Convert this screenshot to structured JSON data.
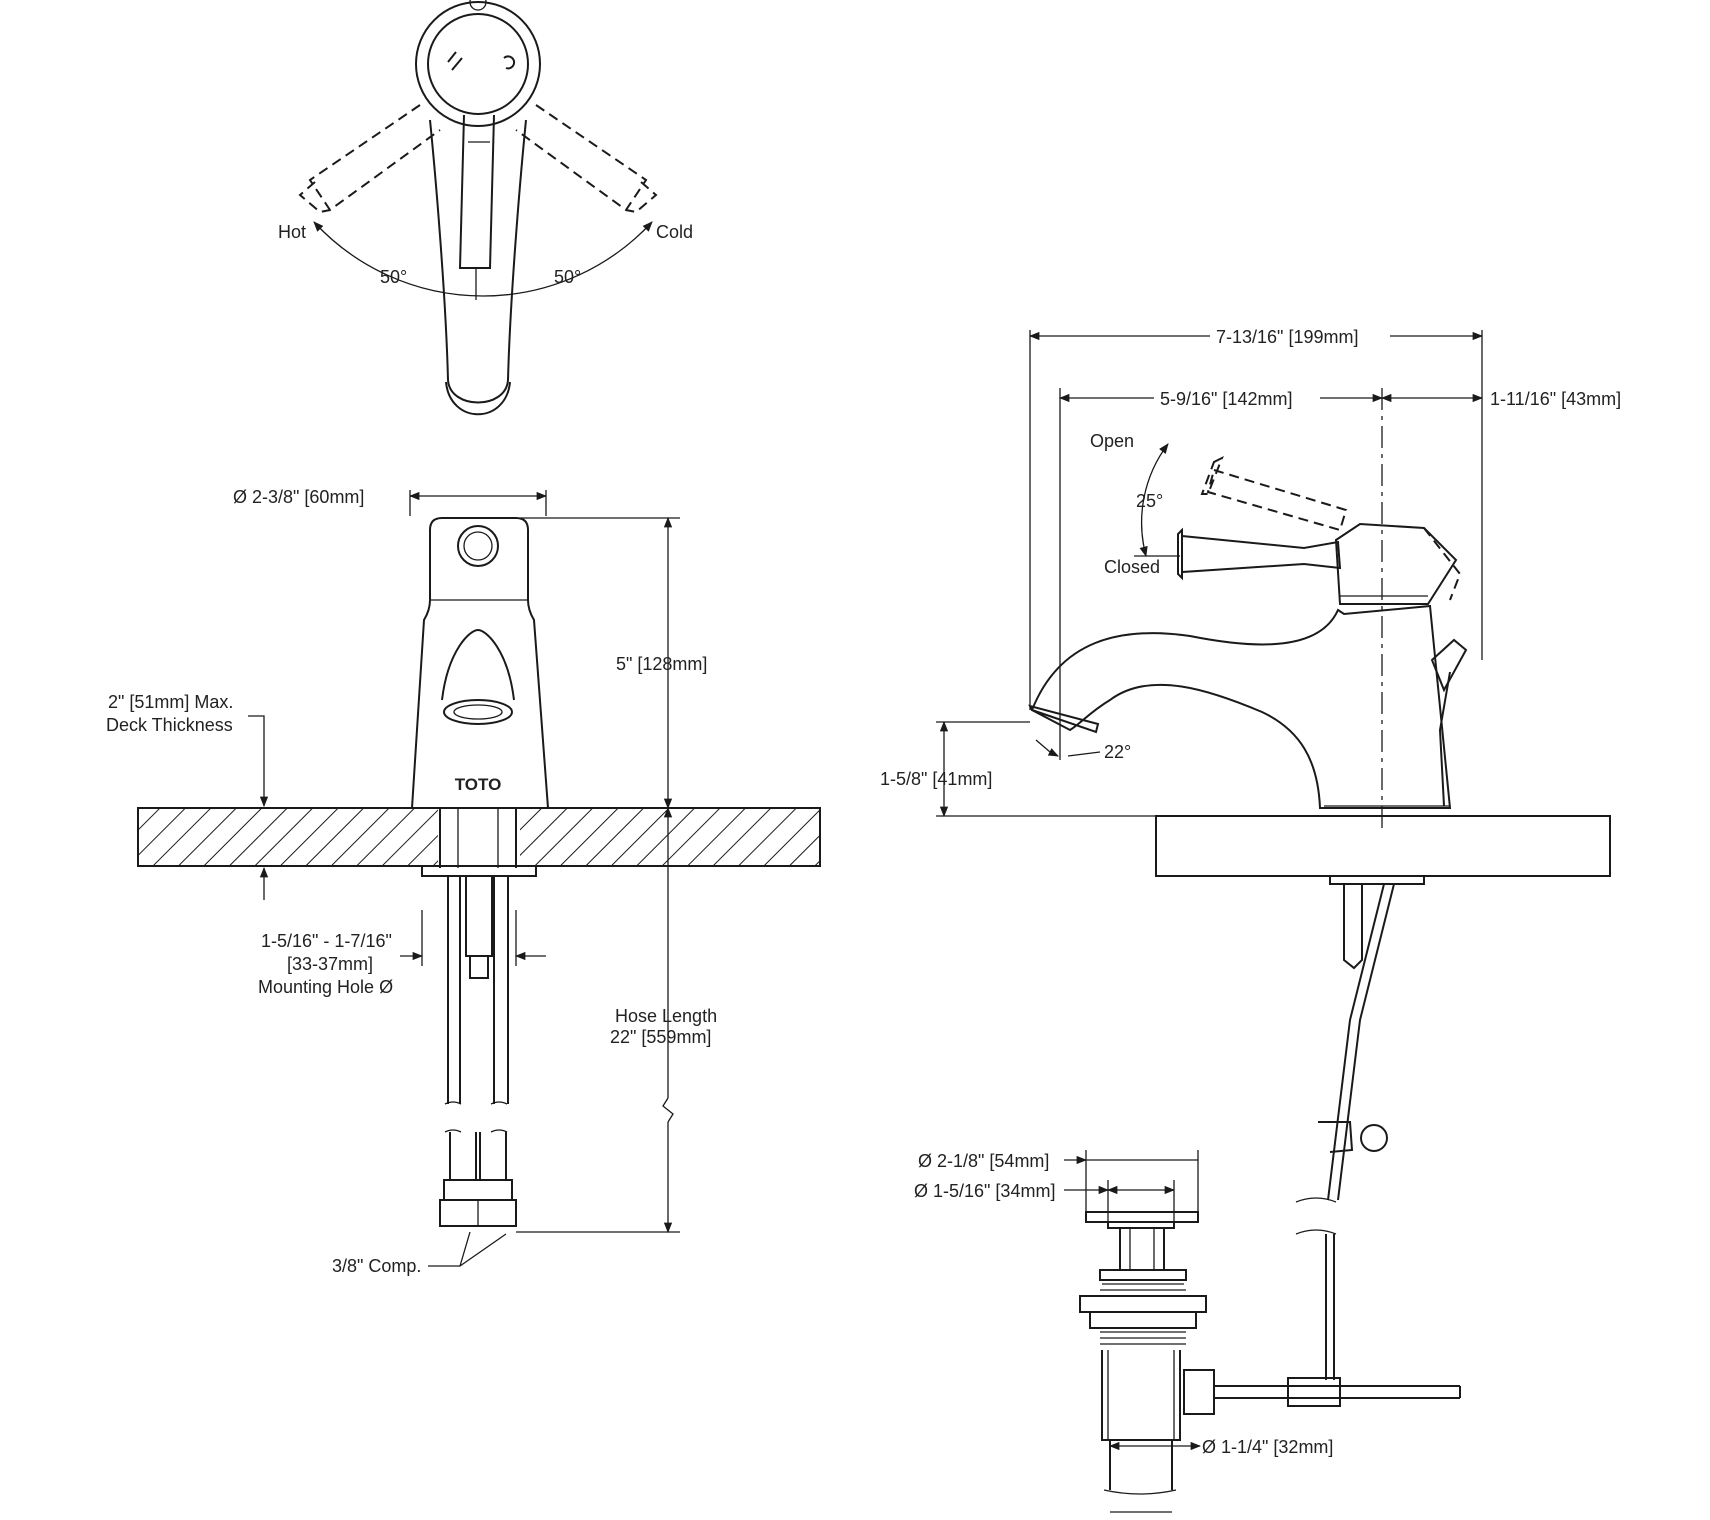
{
  "top_view": {
    "hot": "Hot",
    "cold": "Cold",
    "angle_left": "50°",
    "angle_right": "50°"
  },
  "front_view": {
    "diameter": "Ø 2-3/8\" [60mm]",
    "height": "5\" [128mm]",
    "deck_line1": "2\" [51mm] Max.",
    "deck_line2": "Deck Thickness",
    "mount_line1": "1-5/16\" - 1-7/16\"",
    "mount_line2": "[33-37mm]",
    "mount_line3": "Mounting Hole Ø",
    "hose_line1": "Hose Length",
    "hose_line2": "22\" [559mm]",
    "comp": "3/8\" Comp.",
    "brand": "TOTO"
  },
  "side_view": {
    "overall_width": "7-13/16\" [199mm]",
    "spout_reach": "5-9/16\" [142mm]",
    "rear_offset": "1-11/16\" [43mm]",
    "open": "Open",
    "closed": "Closed",
    "handle_angle": "25°",
    "spout_angle": "22°",
    "spout_height": "1-5/8\" [41mm]"
  },
  "drain": {
    "dia_outer": "Ø 2-1/8\" [54mm]",
    "dia_inner": "Ø 1-5/16\" [34mm]",
    "dia_tail": "Ø 1-1/4\" [32mm]"
  }
}
